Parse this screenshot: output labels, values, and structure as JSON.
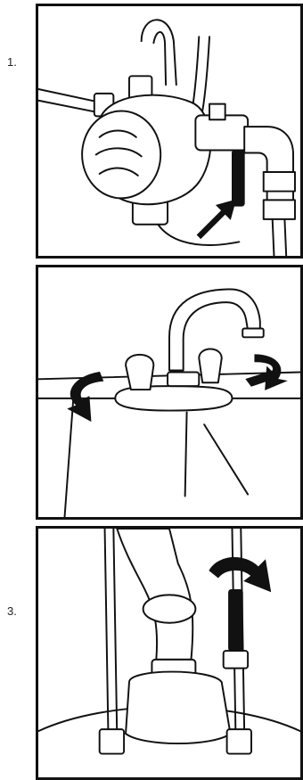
{
  "steps": [
    {
      "number": "1.",
      "icon": "pump-valve-arrow"
    },
    {
      "number": "",
      "icon": "faucet-handles-turn"
    },
    {
      "number": "3.",
      "icon": "water-heater-valve-turn"
    }
  ]
}
